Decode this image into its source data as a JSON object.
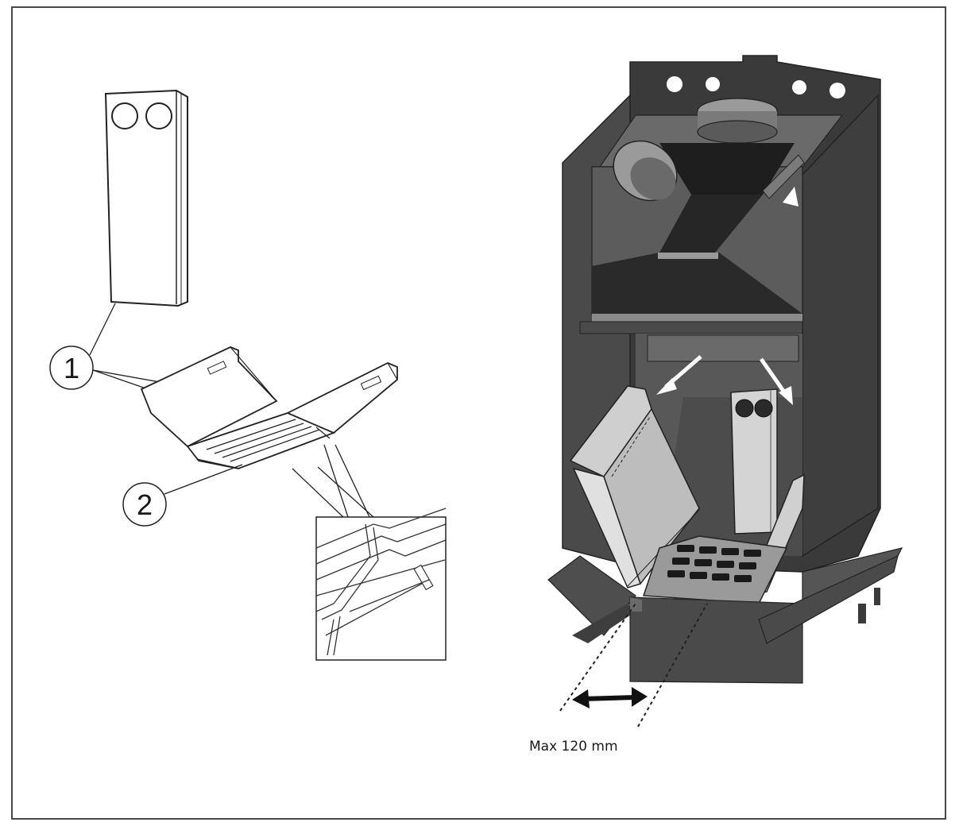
{
  "callouts": [
    {
      "label": "1"
    },
    {
      "label": "2"
    }
  ],
  "dimension": {
    "label": "Max 120 mm"
  },
  "colors": {
    "frame": "#4a4a4a",
    "stove_dark": "#3a3a3a",
    "stove_mid": "#5a5a5a",
    "stove_light": "#8a8a8a",
    "panel_light": "#d4d4d4",
    "line": "#222222"
  }
}
